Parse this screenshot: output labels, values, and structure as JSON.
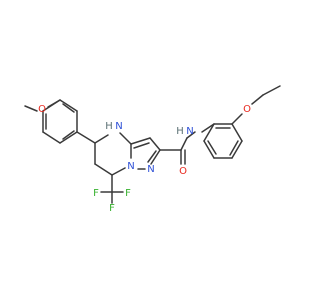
{
  "structure": {
    "atom_labels": {
      "o_methoxy": "O",
      "nh_ring": "N",
      "h_ring": "H",
      "n_bridge": "N",
      "n_pyrazole": "N",
      "o_carbonyl": "O",
      "n_amide": "N",
      "h_amide": "H",
      "o_ethoxy": "O",
      "f_top": "F",
      "f_left": "F",
      "f_right": "F"
    },
    "colors": {
      "bond": "#3a3a3a",
      "oxygen": "#e8281e",
      "nitrogen": "#2d4fd6",
      "fluorine": "#36b12e",
      "hydrogen": "#5a6f73"
    }
  }
}
